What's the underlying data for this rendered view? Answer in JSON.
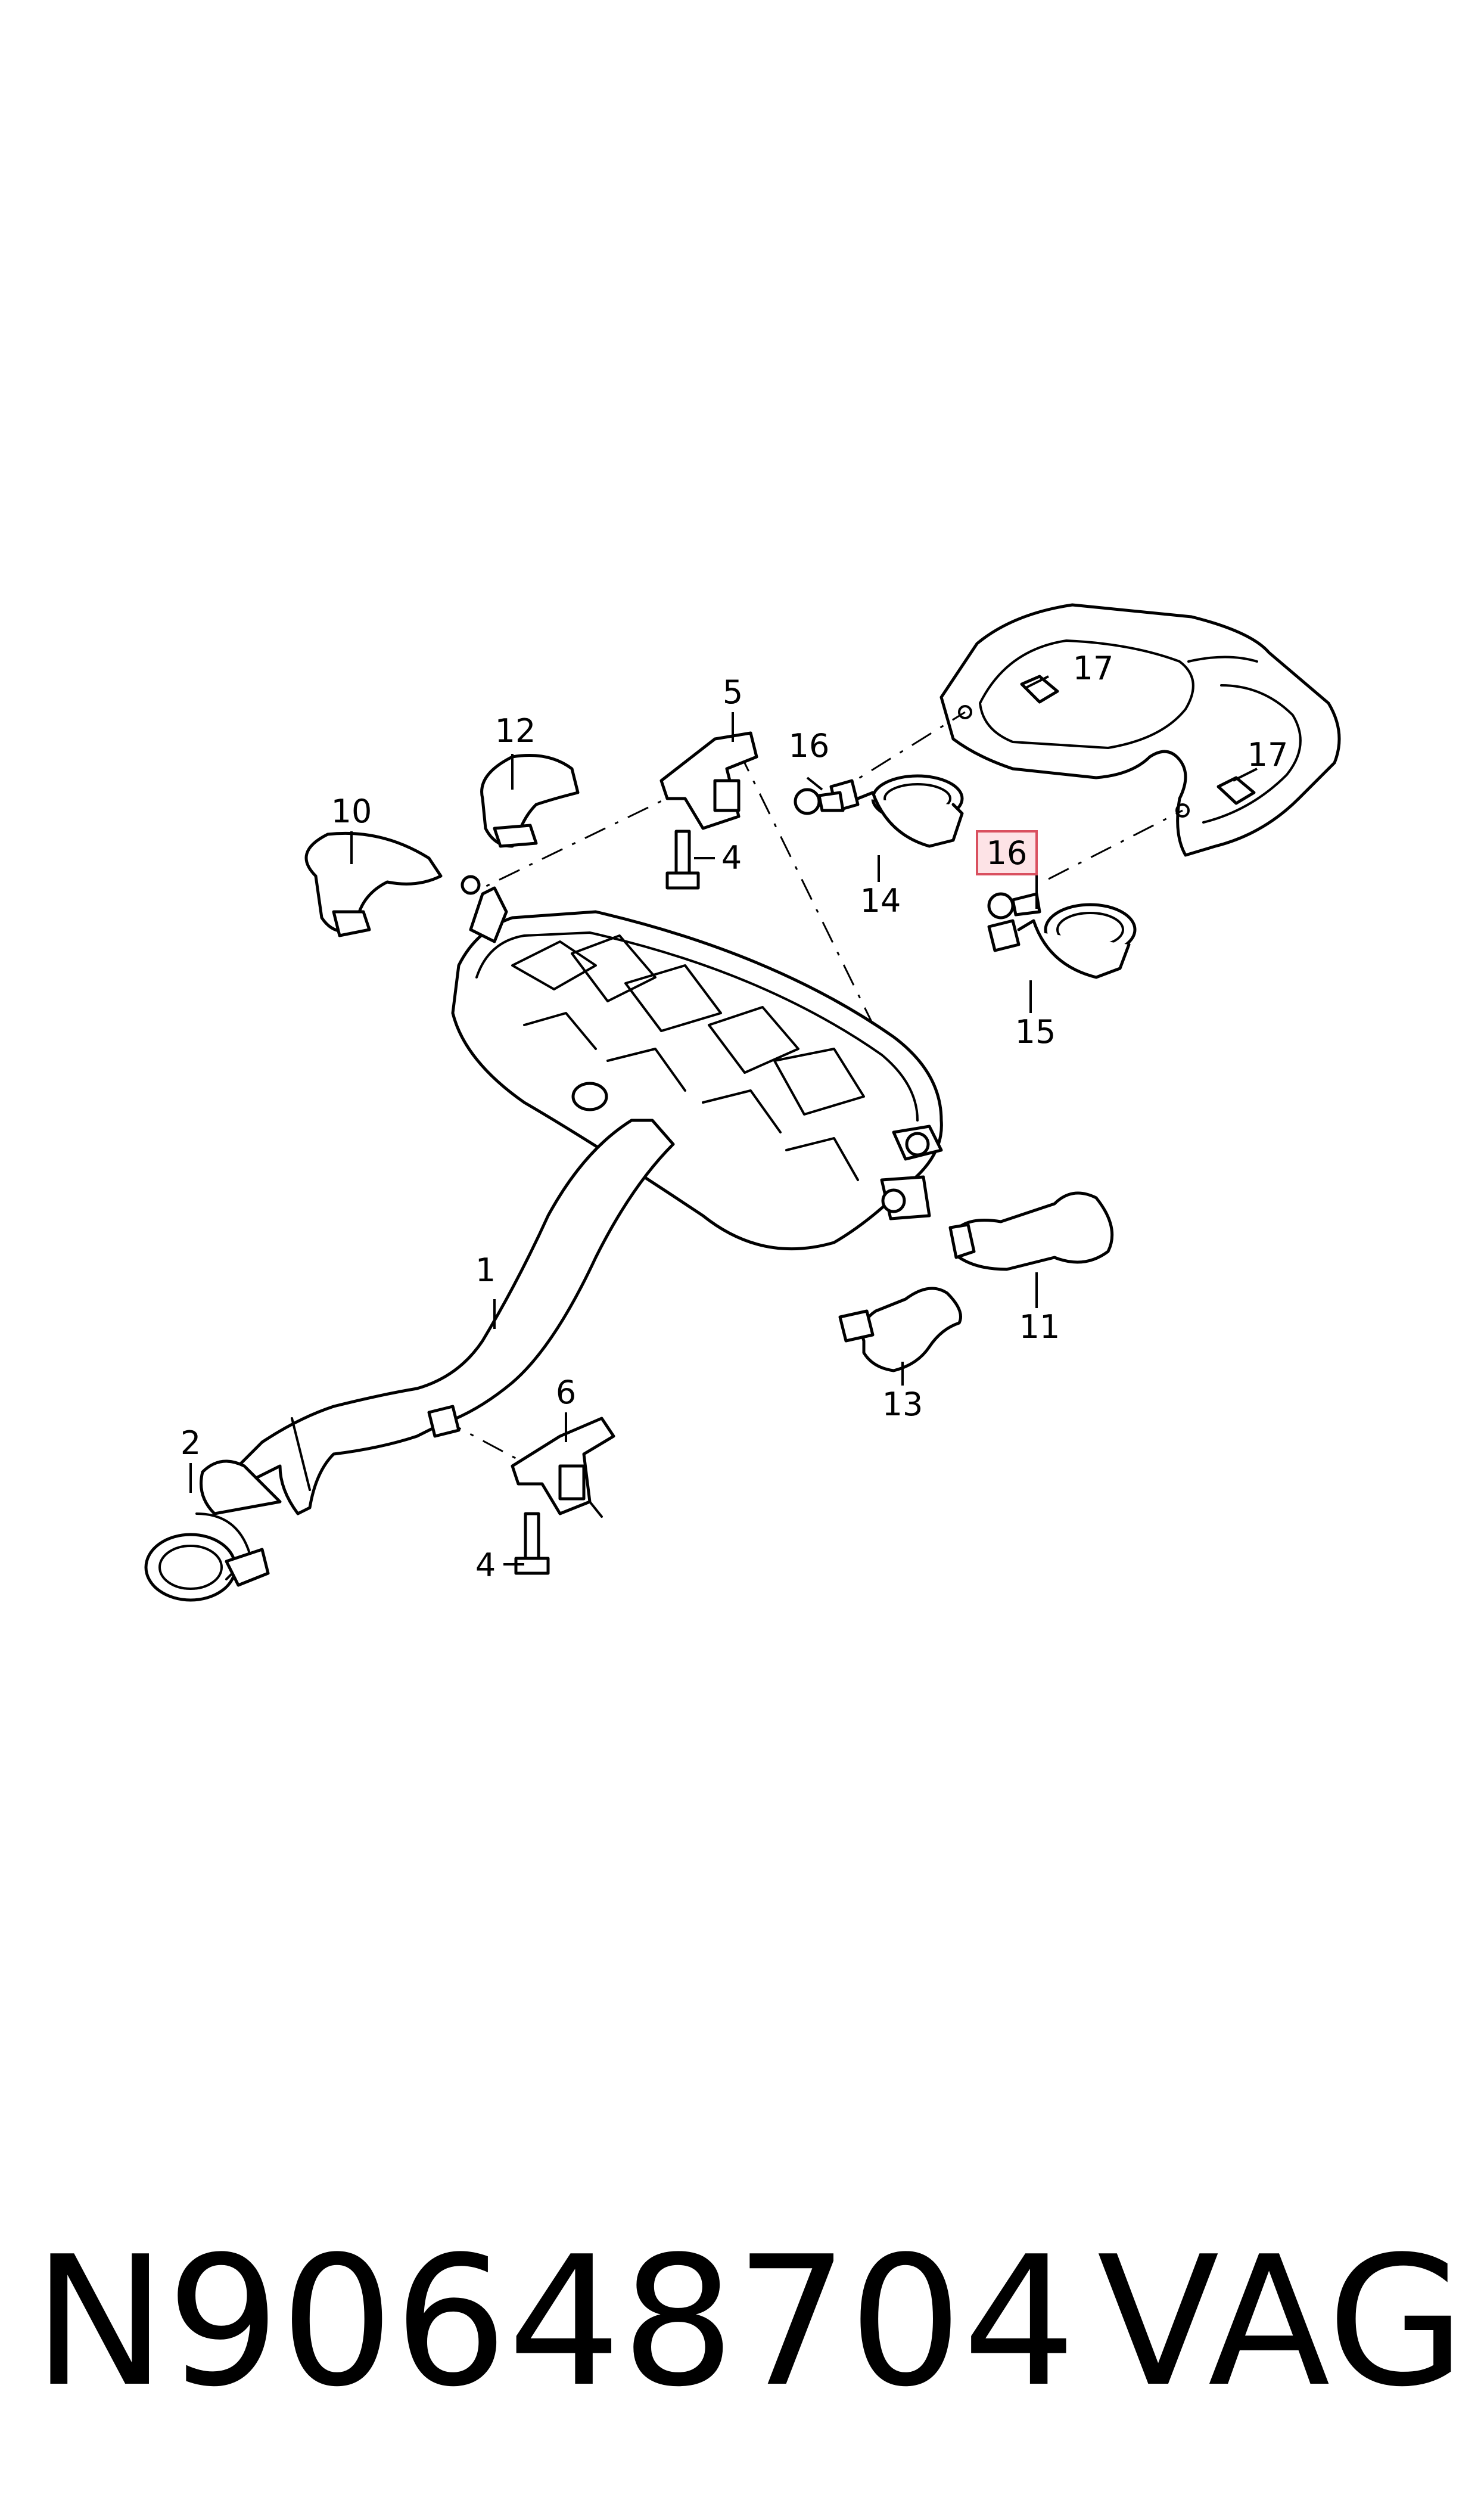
{
  "diagram": {
    "callouts": {
      "c1": "1",
      "c2": "2",
      "c4a": "4",
      "c4b": "4",
      "c5": "5",
      "c6": "6",
      "c10": "10",
      "c11": "11",
      "c12": "12",
      "c13": "13",
      "c14": "14",
      "c15": "15",
      "c16a": "16",
      "c16b": "16",
      "c17a": "17",
      "c17b": "17"
    },
    "highlighted_callout": "16",
    "highlight_color": "#d9505f"
  },
  "footer": {
    "part_number": "N90648704",
    "brand": "VAG"
  }
}
